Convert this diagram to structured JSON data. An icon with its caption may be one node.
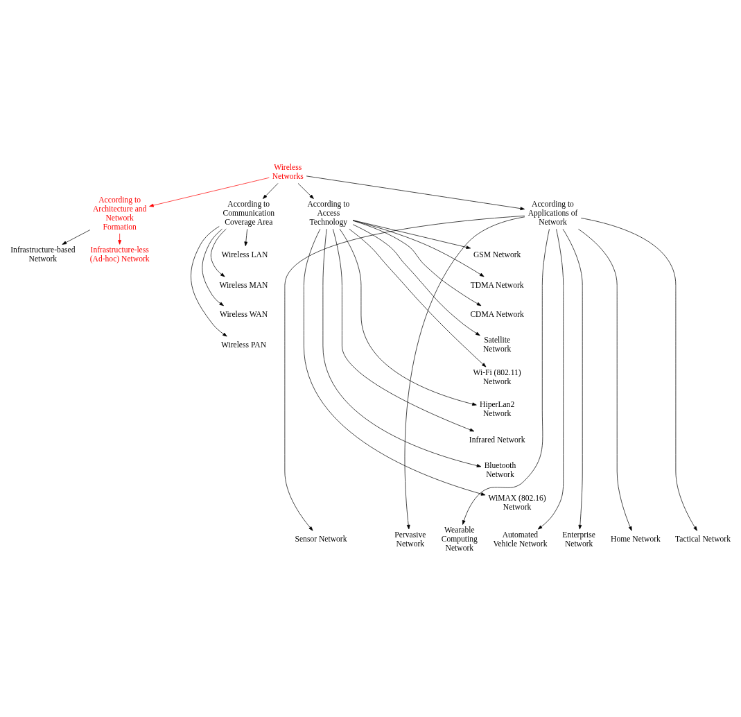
{
  "diagram": {
    "nodes": [
      {
        "text": [
          "Wireless Networks"
        ]
      },
      {
        "text": [
          "According to Architecture and Network Formation"
        ]
      },
      {
        "text": [
          "According to Communication Coverage Area"
        ]
      },
      {
        "text": [
          "According to Access Technology"
        ]
      },
      {
        "text": [
          "According to Applications of Network"
        ]
      },
      {
        "text": [
          "Infrastructure-based Network"
        ]
      },
      {
        "text": [
          "Infrastructure-less (Ad-hoc) Network"
        ]
      },
      {
        "text": [
          "Wireless LAN"
        ]
      },
      {
        "text": [
          "Wireless MAN"
        ]
      },
      {
        "text": [
          "Wireless WAN"
        ]
      },
      {
        "text": [
          "Wireless PAN"
        ]
      },
      {
        "text": [
          "GSM Network"
        ]
      },
      {
        "text": [
          "TDMA Network"
        ]
      },
      {
        "text": [
          "CDMA Network"
        ]
      },
      {
        "text": [
          "Satellite Network"
        ]
      },
      {
        "text": [
          "Wi-Fi (802.11) Network"
        ]
      },
      {
        "text": [
          "HiperLan2 Network"
        ]
      },
      {
        "text": [
          "Infrared Network"
        ]
      },
      {
        "text": [
          "Bluetooth Network"
        ]
      },
      {
        "text": [
          "WiMAX (802.16) Network"
        ]
      },
      {
        "text": [
          "Enterprise Network"
        ]
      },
      {
        "text": [
          "Home Network"
        ]
      },
      {
        "text": [
          "Tactical Network"
        ]
      },
      {
        "text": [
          "Sensor Network"
        ]
      },
      {
        "text": [
          "Pervasive Network"
        ]
      },
      {
        "text": [
          "Wearable Computing Network"
        ]
      },
      {
        "text": [
          "Automated Vehicle Network"
        ]
      }
    ],
    "edges": [
      {
        "from": 0,
        "to": 1,
        "arrow": "to",
        "color": "#ff0000"
      },
      {
        "from": 0,
        "to": 2,
        "arrow": "to"
      },
      {
        "from": 0,
        "to": 3,
        "arrow": "to"
      },
      {
        "from": 0,
        "to": 4,
        "arrow": "to"
      },
      {
        "from": 1,
        "to": 5,
        "arrow": "to"
      },
      {
        "from": 1,
        "to": 6,
        "arrow": "to",
        "color": "#ff0000"
      },
      {
        "from": 2,
        "to": 7,
        "arrow": "to"
      },
      {
        "from": 2,
        "to": 8,
        "arrow": "to"
      },
      {
        "from": 2,
        "to": 9,
        "arrow": "to"
      },
      {
        "from": 2,
        "to": 10,
        "arrow": "to"
      },
      {
        "from": 3,
        "to": 11,
        "arrow": "to"
      },
      {
        "from": 3,
        "to": 12,
        "arrow": "to"
      },
      {
        "from": 3,
        "to": 13,
        "arrow": "to"
      },
      {
        "from": 3,
        "to": 14,
        "arrow": "to"
      },
      {
        "from": 3,
        "to": 15,
        "arrow": "to"
      },
      {
        "from": 3,
        "to": 16,
        "arrow": "to"
      },
      {
        "from": 3,
        "to": 17,
        "arrow": "to"
      },
      {
        "from": 3,
        "to": 18,
        "arrow": "to"
      },
      {
        "from": 3,
        "to": 19,
        "arrow": "to"
      },
      {
        "from": 4,
        "to": 20,
        "arrow": "to"
      },
      {
        "from": 4,
        "to": 21,
        "arrow": "to"
      },
      {
        "from": 4,
        "to": 22,
        "arrow": "to"
      },
      {
        "from": 4,
        "to": 23,
        "arrow": "to"
      },
      {
        "from": 4,
        "to": 24,
        "arrow": "to"
      },
      {
        "from": 4,
        "to": 25,
        "arrow": "to"
      },
      {
        "from": 4,
        "to": 26,
        "arrow": "to"
      }
    ]
  }
}
